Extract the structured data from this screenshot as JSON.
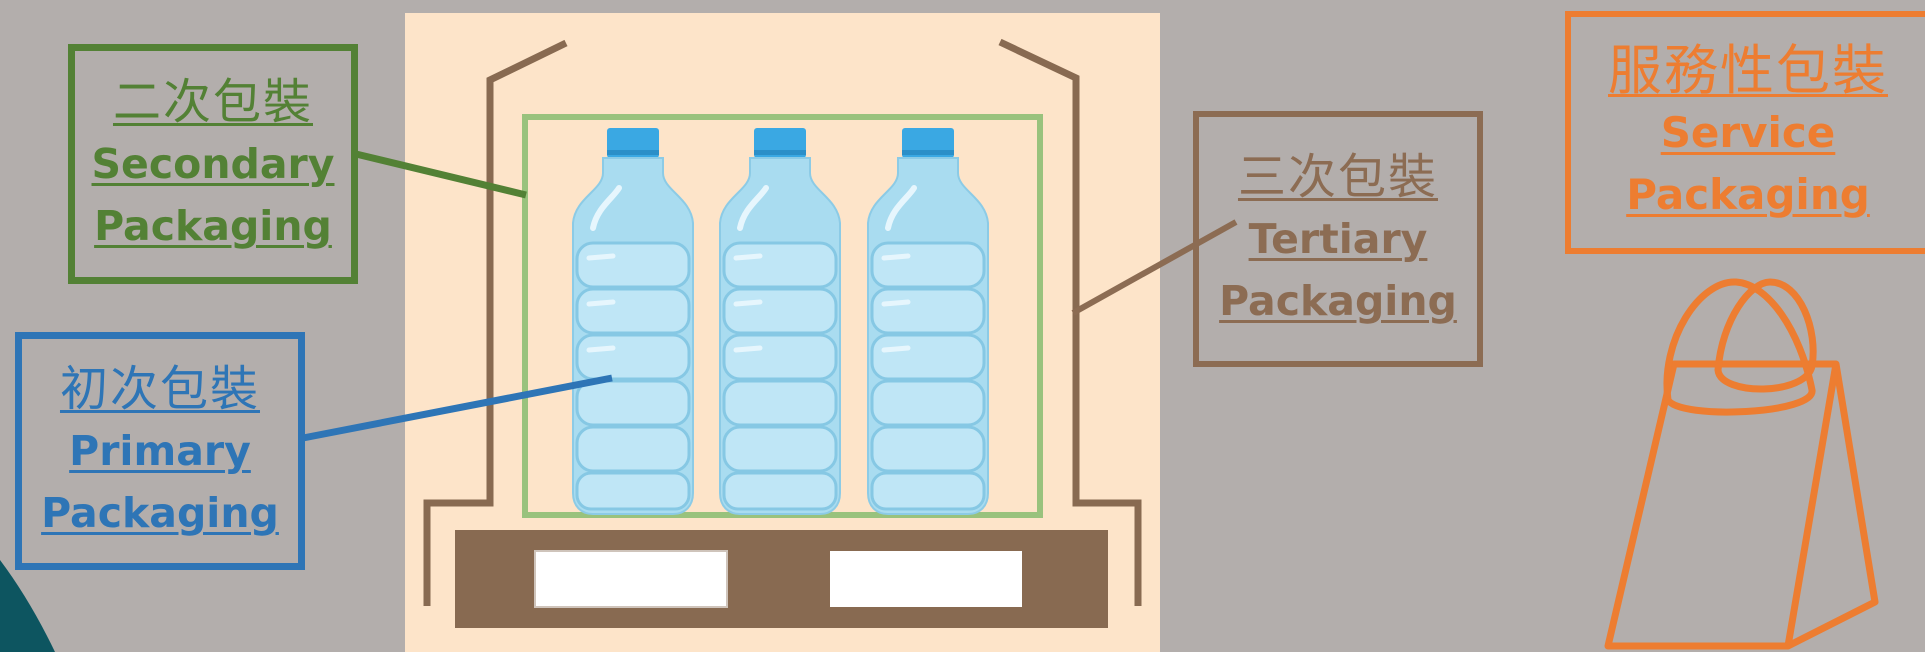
{
  "labels": {
    "secondary": {
      "zh": "二次包裝",
      "en_line1": "Secondary",
      "en_line2": "Packaging",
      "color": "#538135"
    },
    "primary": {
      "zh": "初次包裝",
      "en_line1": "Primary",
      "en_line2": "Packaging",
      "color": "#2e75b6"
    },
    "tertiary": {
      "zh": "三次包裝",
      "en_line1": "Tertiary",
      "en_line2": "Packaging",
      "color": "#8c6c53"
    },
    "service": {
      "zh": "服務性包裝",
      "en_line1": "Service",
      "en_line2": "Packaging",
      "color": "#ed7d31"
    }
  },
  "colors": {
    "background": "#b3aeac",
    "panel": "#fde4c9",
    "pallet": "#886a51",
    "bottle_body": "#a9dcf0",
    "bottle_cap": "#3aa8e3",
    "teal_corner": "#0d5560"
  },
  "icons": [
    "water-bottle-icon",
    "pallet-icon",
    "shopping-bag-icon"
  ]
}
